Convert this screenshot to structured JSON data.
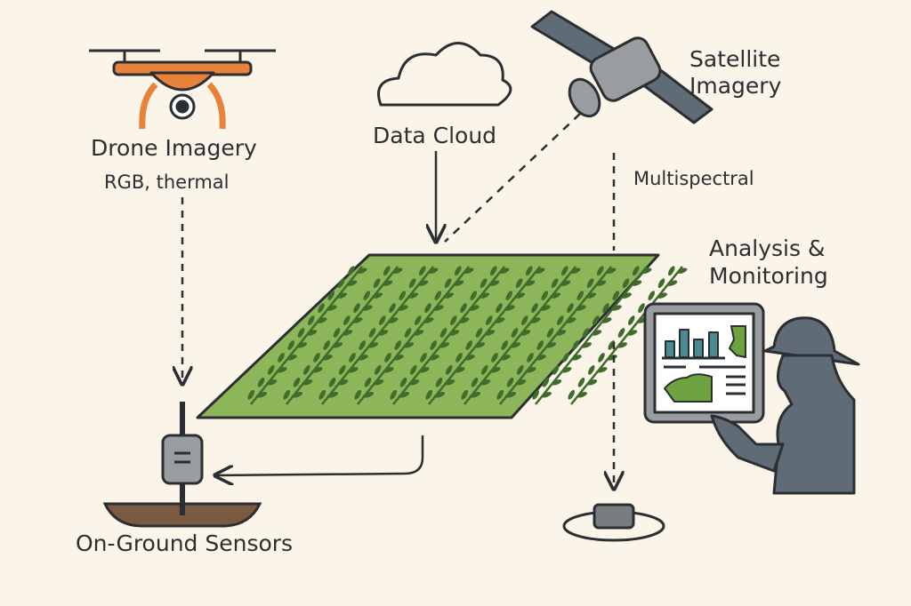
{
  "labels": {
    "drone_title": "Drone Imagery",
    "drone_sub": "RGB, thermal",
    "cloud": "Data Cloud",
    "satellite_line1": "Satellite",
    "satellite_line2": "Imagery",
    "satellite_sub": "Multispectral",
    "analysis_line1": "Analysis &",
    "analysis_line2": "Monitoring",
    "sensors": "On-Ground Sensors"
  },
  "colors": {
    "background": "#fbf4e8",
    "drone": "#e8813a",
    "field": "#8db559",
    "crop": "#3f6b2b",
    "device": "#8a8d8f",
    "person": "#5f6b75",
    "chart_bar": "#4a8a93",
    "ink": "#2b2f33"
  }
}
